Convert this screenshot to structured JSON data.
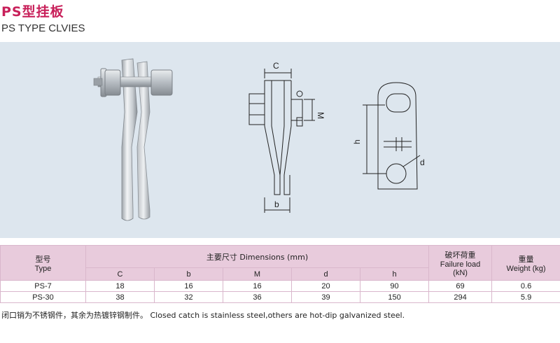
{
  "title": {
    "cn": "PS型挂板",
    "en": "PS TYPE CLVIES"
  },
  "drawing": {
    "labels": {
      "c": "C",
      "m": "M",
      "b": "b",
      "h": "h",
      "d": "d"
    }
  },
  "table": {
    "model_cn": "型号",
    "model_en": "Type",
    "dimensions": "主要尺寸 Dimensions (mm)",
    "failure_cn": "破坏荷重",
    "failure_en": "Failure load",
    "failure_unit": "(kN)",
    "weight_cn": "重量",
    "weight_en": "Weight (kg)",
    "dim_cols": [
      "C",
      "b",
      "M",
      "d",
      "h"
    ],
    "rows": [
      {
        "type": "PS-7",
        "c": "18",
        "b": "16",
        "m": "16",
        "d": "20",
        "h": "90",
        "load": "69",
        "weight": "0.6"
      },
      {
        "type": "PS-30",
        "c": "38",
        "b": "32",
        "m": "36",
        "d": "39",
        "h": "150",
        "load": "294",
        "weight": "5.9"
      }
    ]
  },
  "note": "闭口销为不锈钢件，其余为热镀锌钢制件。 Closed catch is stainless steel,others are hot-dip galvanized steel."
}
